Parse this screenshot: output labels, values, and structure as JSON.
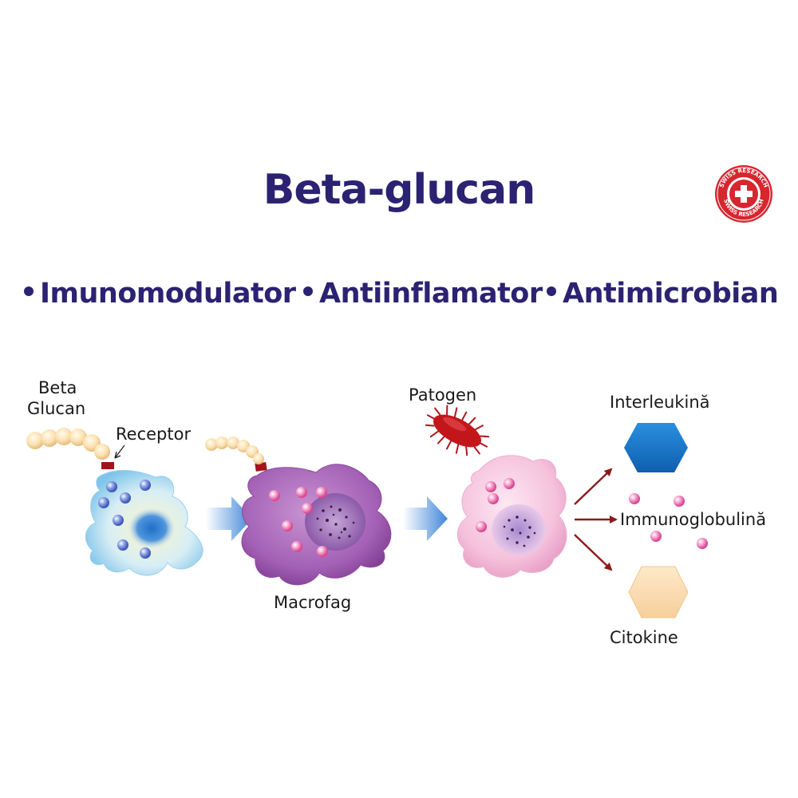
{
  "title": "Beta-glucan",
  "properties": [
    "Imunomodulator",
    "Antiinflamator",
    "Antimicrobian"
  ],
  "seal": {
    "text": "SWISS RESEARCH",
    "color": "#d7262e"
  },
  "labels": {
    "beta_glucan_line1": "Beta",
    "beta_glucan_line2": "Glucan",
    "receptor": "Receptor",
    "macrofag": "Macrofag",
    "patogen": "Patogen",
    "interleukina": "Interleukină",
    "immunoglobulina": "Immunoglobulină",
    "citokine": "Citokine"
  },
  "colors": {
    "title": "#2b2272",
    "interleukin": "#1976c7",
    "citokine": "#fbdcb4",
    "arrow": "#8b1a1a",
    "pathogen": "#c2161b"
  }
}
